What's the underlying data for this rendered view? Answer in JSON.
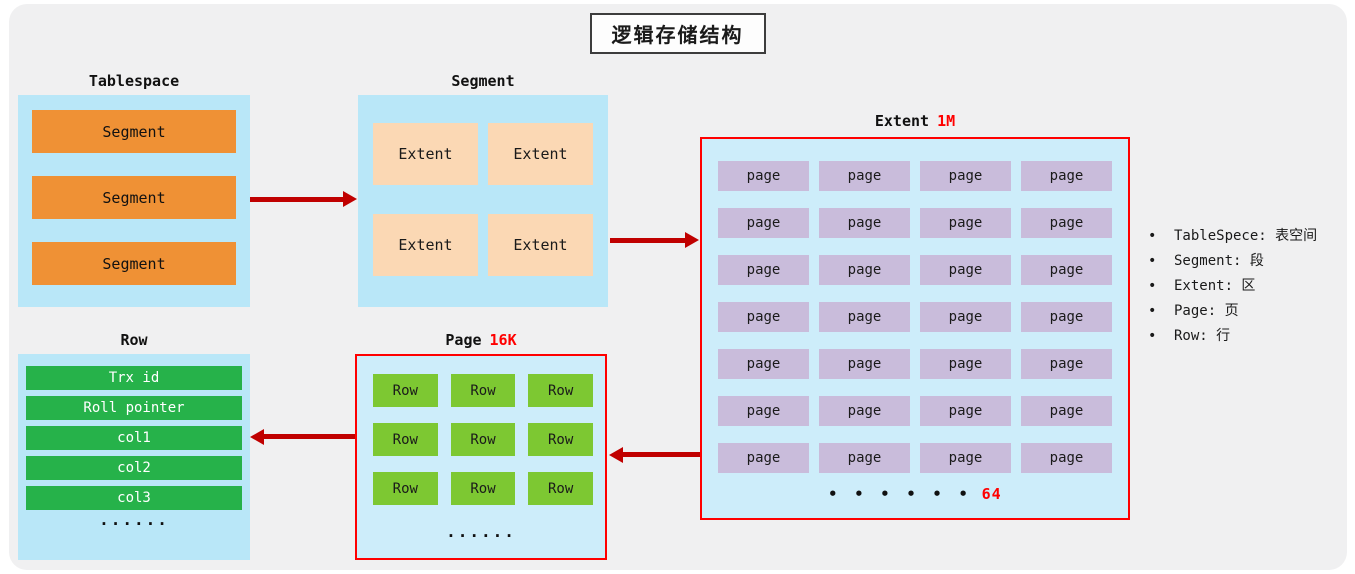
{
  "title": "逻辑存储结构",
  "colors": {
    "background_gray": "#f0f0f1",
    "panel_blue": "#b9e7f8",
    "panel_blue_light": "#cdedfa",
    "segment_orange": "#ef9135",
    "extent_peach": "#fbd8b4",
    "page_purple": "#c9bcdb",
    "row_green_light": "#7dc832",
    "row_green_dark": "#26b24a",
    "arrow_red": "#c00000",
    "border_red": "#ff0000",
    "highlight_red": "#ff0000"
  },
  "tablespace_panel": {
    "label": "Tablespace",
    "segments": [
      "Segment",
      "Segment",
      "Segment"
    ]
  },
  "segment_panel": {
    "label": "Segment",
    "extents": [
      "Extent",
      "Extent",
      "Extent",
      "Extent"
    ]
  },
  "extent_panel": {
    "label": "Extent",
    "size": "1M",
    "page_label": "page",
    "grid": {
      "rows": 7,
      "cols": 4
    },
    "ellipsis": "• • • • • •",
    "count": "64"
  },
  "page_panel": {
    "label": "Page",
    "size": "16K",
    "row_label": "Row",
    "grid": {
      "rows": 3,
      "cols": 3
    },
    "ellipsis": "......"
  },
  "row_panel": {
    "label": "Row",
    "fields": [
      "Trx id",
      "Roll pointer",
      "col1",
      "col2",
      "col3"
    ],
    "ellipsis": "......"
  },
  "legend": {
    "bullet": "•",
    "items": [
      "TableSpece: 表空间",
      "Segment: 段",
      "Extent: 区",
      "Page: 页",
      "Row: 行"
    ]
  }
}
